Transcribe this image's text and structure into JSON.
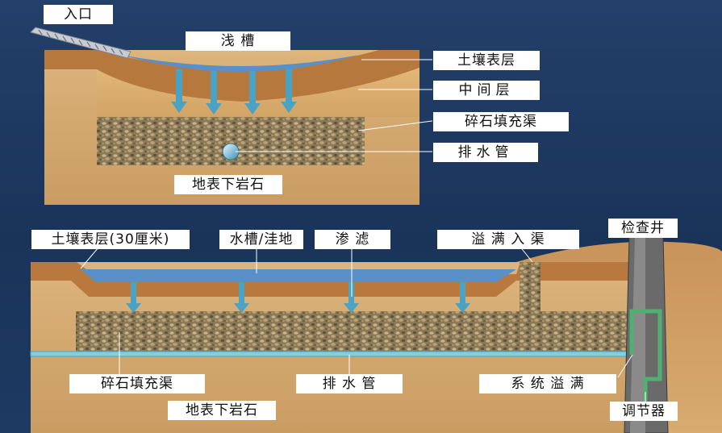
{
  "colors": {
    "background": "#1d3a62",
    "soil_surface": "#b97a40",
    "soil_middle": "#d6a868",
    "bedrock": "#d9b07a",
    "gravel": "#8f7e58",
    "water": "#5b8fc7",
    "arrow": "#4aa3c4",
    "pipe": "#7fd0e0",
    "manhole": "#6c6c6c",
    "regulator": "#4fb070"
  },
  "top_diagram": {
    "entrance": "入口",
    "swale": "浅 槽",
    "topsoil": "土壤表层",
    "middle_layer": "中间层",
    "gravel_trench": "碎石填充渠",
    "drain_pipe": "排水管",
    "bedrock": "地表下岩石"
  },
  "bottom_diagram": {
    "topsoil": "土壤表层(30厘米)",
    "channel": "水槽/洼地",
    "filtration": "渗 滤",
    "overflow_inlet": "溢 满 入 渠",
    "manhole": "检查井",
    "gravel_trench": "碎石填充渠",
    "drain_pipe": "排 水 管",
    "system_overflow": "系 统 溢 满",
    "bedrock": "地表下岩石",
    "regulator": "调节器"
  }
}
